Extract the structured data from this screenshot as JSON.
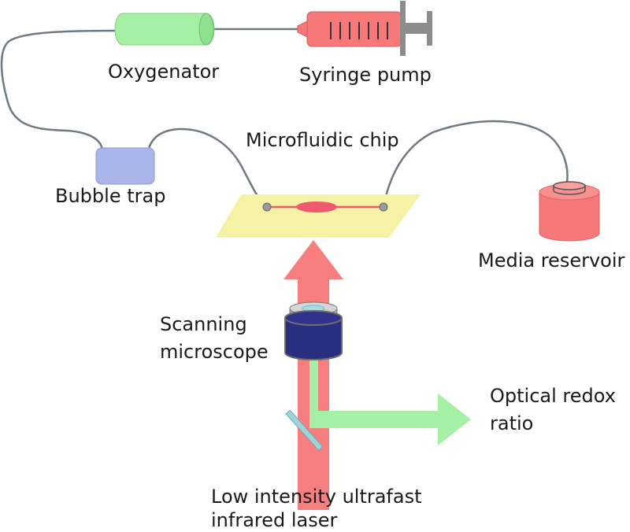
{
  "labels": {
    "oxygenator": "Oxygenator",
    "syringe_pump": "Syringe pump",
    "microfluidic_chip": "Microfluidic chip",
    "bubble_trap": "Bubble trap",
    "media_reservoir": "Media reservoir",
    "scanning_microscope_line1": "Scanning",
    "scanning_microscope_line2": "microscope",
    "optical_redox_line1": "Optical redox",
    "optical_redox_line2": "ratio",
    "laser_line1": "Low intensity ultrafast",
    "laser_line2": "infrared laser"
  },
  "colors": {
    "tubing": "#6f7a80",
    "oxygenator_fill": "#a6f0a6",
    "syringe_fill": "#f77878",
    "syringe_plunger": "#8c8c8c",
    "bubble_trap_fill": "#aab6ea",
    "chip_fill": "#f5f2a6",
    "chip_channel": "#ef5a6e",
    "laser_beam": "#f77e7e",
    "emission_beam": "#a6f0a6",
    "objective_body": "#2a2e80",
    "objective_ring": "#a0a0a0",
    "mirror": "#9fd3d9",
    "reservoir_fill": "#f77878"
  }
}
